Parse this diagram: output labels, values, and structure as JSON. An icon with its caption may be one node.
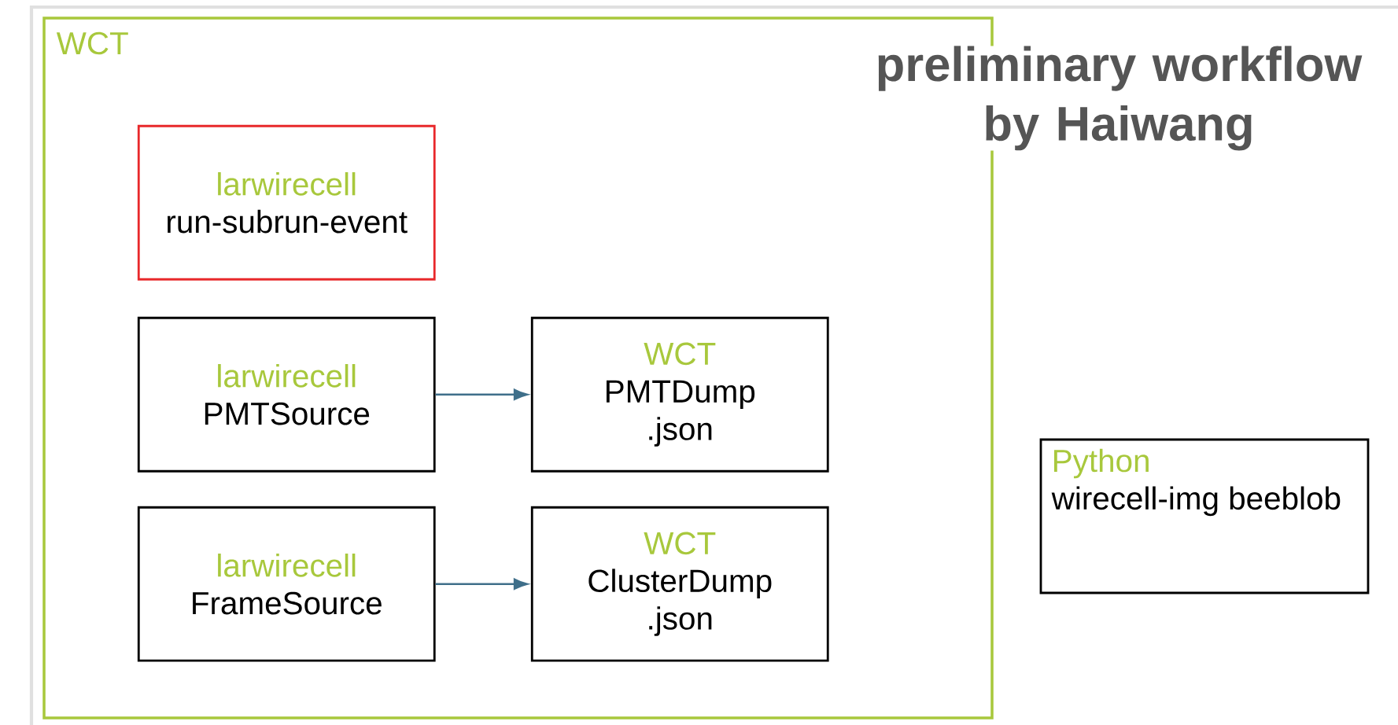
{
  "diagram": {
    "title": "preliminary workflow by Haiwang",
    "nodes": [
      {
        "text": [
          "WCT"
        ]
      },
      {
        "text": [
          "larwirecell",
          "run-subrun-event"
        ],
        "in": 0
      },
      {
        "text": [
          "larwirecell",
          "PMTSource"
        ],
        "in": 0
      },
      {
        "text": [
          "WCT",
          "PMTDump .json"
        ],
        "in": 0
      },
      {
        "text": [
          "larwirecell",
          "FrameSource"
        ],
        "in": 0
      },
      {
        "text": [
          "WCT",
          "ClusterDump .json"
        ],
        "in": 0
      },
      {
        "text": [
          "Python",
          "wirecell-img beeblob"
        ]
      }
    ],
    "edges": [
      {
        "from": 2,
        "to": 3,
        "arrow": "to"
      },
      {
        "from": 4,
        "to": 5,
        "arrow": "to"
      }
    ]
  }
}
